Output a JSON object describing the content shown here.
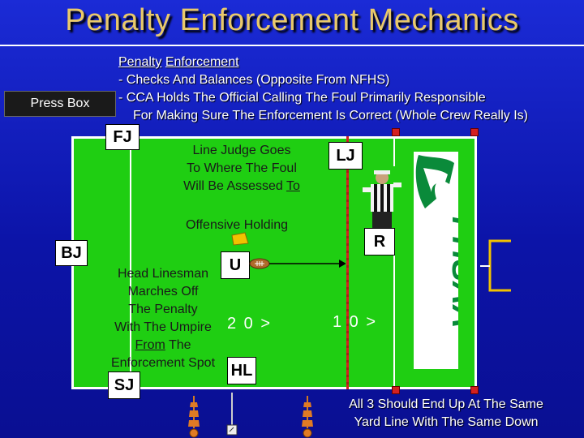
{
  "title": "Penalty Enforcement Mechanics",
  "bullets": {
    "heading_word1": "Penalty",
    "heading_word2": "Enforcement",
    "line1": "- Checks And Balances (Opposite From NFHS)",
    "line2": "- CCA Holds The Official Calling The Foul Primarily Responsible",
    "line3": "For Making Sure The Enforcement Is Correct (Whole Crew Really Is)"
  },
  "press_box": "Press Box",
  "officials": {
    "fj": "FJ",
    "lj": "LJ",
    "bj": "BJ",
    "r": "R",
    "u": "U",
    "hl": "HL",
    "sj": "SJ"
  },
  "field_text": {
    "lj_note_1": "Line Judge Goes",
    "lj_note_2": "To Where The Foul",
    "lj_note_3_a": "Will Be Assessed",
    "lj_note_3_b": "To",
    "foul": "Offensive Holding",
    "hl_note_1": "Head Linesman",
    "hl_note_2": "Marches Off",
    "hl_note_3": "The Penalty",
    "hl_note_4": "With The Umpire",
    "hl_note_5_a": "From",
    "hl_note_5_b": "The",
    "hl_note_6": "Enforcement Spot"
  },
  "yard_numbers": {
    "twenty": "2 0 >",
    "ten": "1 0 >"
  },
  "bottom_note_1": "All 3 Should End Up At The Same",
  "bottom_note_2": "Yard Line With The Same Down",
  "colors": {
    "background": "#0c14a8",
    "title": "#e9c96a",
    "field": "#1fce12",
    "enforcement_line": "#d42020",
    "flag": "#f2c200",
    "bracket": "#f2c200"
  },
  "icons": [
    "flag-icon",
    "football-icon",
    "chain-marker-icon",
    "down-box-icon",
    "referee-photo",
    "fhsaa-logo"
  ]
}
